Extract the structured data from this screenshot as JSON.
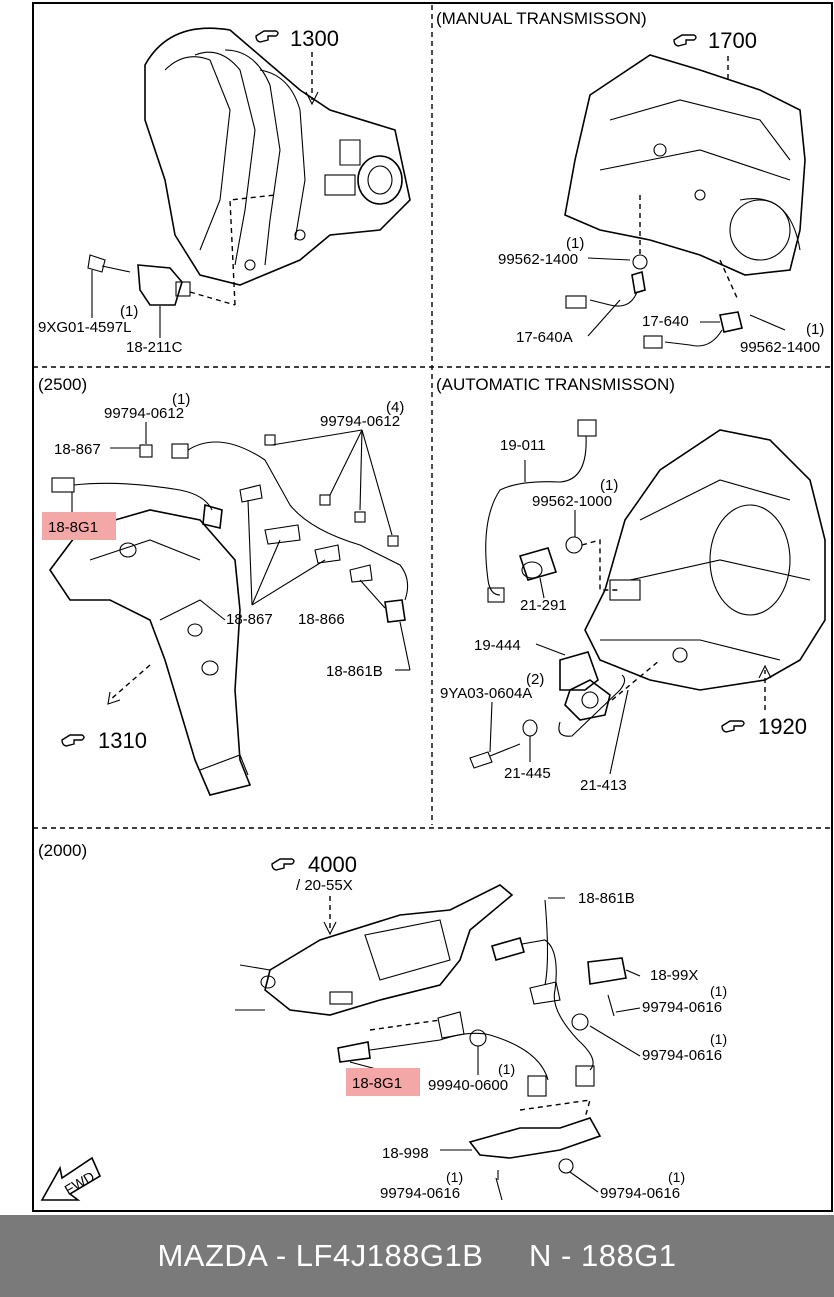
{
  "sections": {
    "intake": {
      "ref": "1300",
      "labels": {
        "bolt": "9XG01-4597L",
        "qty_bolt": "(1)",
        "sensor": "18-211C"
      }
    },
    "manual": {
      "heading": "(MANUAL TRANSMISSON)",
      "ref": "1700",
      "labels": {
        "washer_a_qty": "(1)",
        "washer_a": "99562-1400",
        "switch_a": "17-640A",
        "switch_b": "17-640",
        "washer_b": "99562-1400",
        "washer_b_qty": "(1)"
      }
    },
    "y2500": {
      "heading": "(2500)",
      "ref": "1310",
      "labels": {
        "nut_a_qty": "(1)",
        "nut_a": "99794-0612",
        "nut_b_qty": "(4)",
        "nut_b": "99794-0612",
        "clip_a": "18-867",
        "sensor_hl": "18-8G1",
        "clip_b": "18-867",
        "clip_c": "18-866",
        "sensor_b": "18-861B"
      }
    },
    "automatic": {
      "heading": "(AUTOMATIC TRANSMISSON)",
      "ref": "1920",
      "labels": {
        "harness": "19-011",
        "washer_qty": "(1)",
        "washer": "99562-1000",
        "sensor": "21-291",
        "switch": "19-444",
        "bolt_qty": "(2)",
        "bolt": "9YA03-0604A",
        "washer_b": "21-445",
        "oring": "21-413"
      }
    },
    "y2000": {
      "heading": "(2000)",
      "ref": "4000",
      "subref": "/ 20-55X",
      "labels": {
        "sensor_b": "18-861B",
        "bracket_a": "18-99X",
        "bolt_a_qty": "(1)",
        "bolt_a": "99794-0616",
        "bolt_b_qty": "(1)",
        "bolt_b": "99794-0616",
        "sensor_hl": "18-8G1",
        "nut_qty": "(1)",
        "nut": "99940-0600",
        "bracket_b": "18-998",
        "bolt_c_qty": "(1)",
        "bolt_c": "99794-0616",
        "bolt_d_qty": "(1)",
        "bolt_d": "99794-0616",
        "fwd": "FWD"
      }
    }
  },
  "highlight_color": "#f4a7a7",
  "footer": {
    "text": "MAZDA - LF4J188G1B     N - 188G1",
    "background": "#7a7a7a"
  }
}
